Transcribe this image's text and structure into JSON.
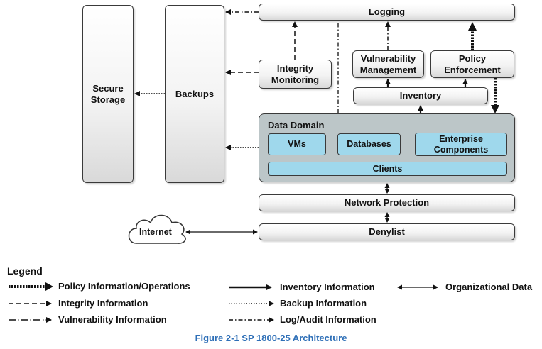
{
  "nodes": {
    "secure_storage": "Secure\nStorage",
    "backups": "Backups",
    "logging": "Logging",
    "integrity_monitoring": "Integrity\nMonitoring",
    "vulnerability_management": "Vulnerability\nManagement",
    "policy_enforcement": "Policy\nEnforcement",
    "inventory": "Inventory",
    "data_domain": "Data Domain",
    "vms": "VMs",
    "databases": "Databases",
    "enterprise_components": "Enterprise\nComponents",
    "clients": "Clients",
    "network_protection": "Network Protection",
    "internet": "Internet",
    "denylist": "Denylist"
  },
  "legend": {
    "title": "Legend",
    "policy": "Policy Information/Operations",
    "inventory": "Inventory Information",
    "organizational": "Organizational Data",
    "integrity": "Integrity Information",
    "backup": "Backup Information",
    "vulnerability": "Vulnerability Information",
    "log_audit": "Log/Audit Information"
  },
  "caption": "Figure 2-1 SP 1800-25 Architecture",
  "colors": {
    "box_border": "#3a3a3a",
    "data_domain_fill": "#bcc6c8",
    "component_fill": "#9fd8ec",
    "caption_color": "#2e6fb7"
  }
}
